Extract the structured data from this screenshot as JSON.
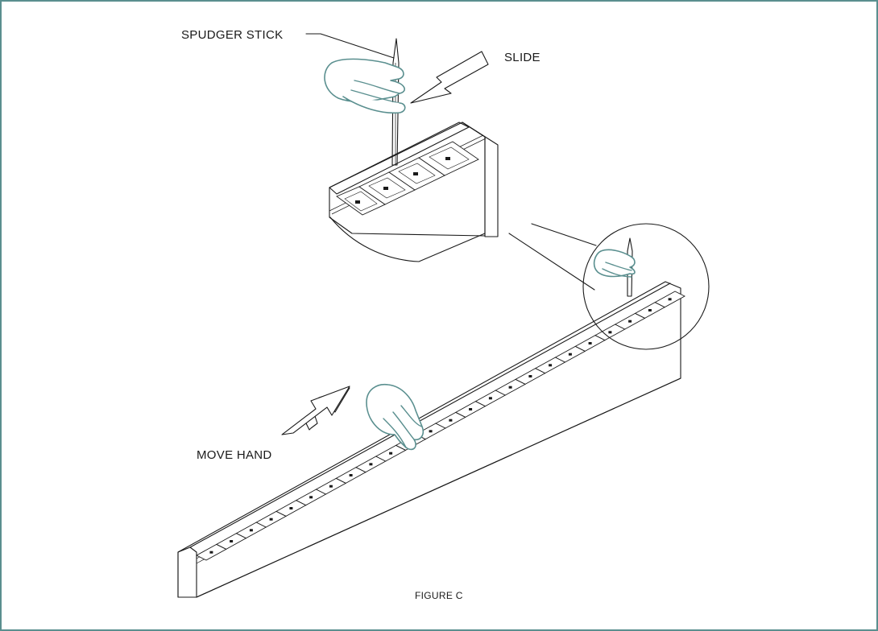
{
  "labels": {
    "spudger_stick": "SPUDGER STICK",
    "slide": "SLIDE",
    "move_hand": "MOVE HAND",
    "figure": "FIGURE C"
  },
  "colors": {
    "frame_border": "#5a8f8f",
    "hand_outline": "#5a8f8f",
    "line": "#1a1a1a"
  }
}
